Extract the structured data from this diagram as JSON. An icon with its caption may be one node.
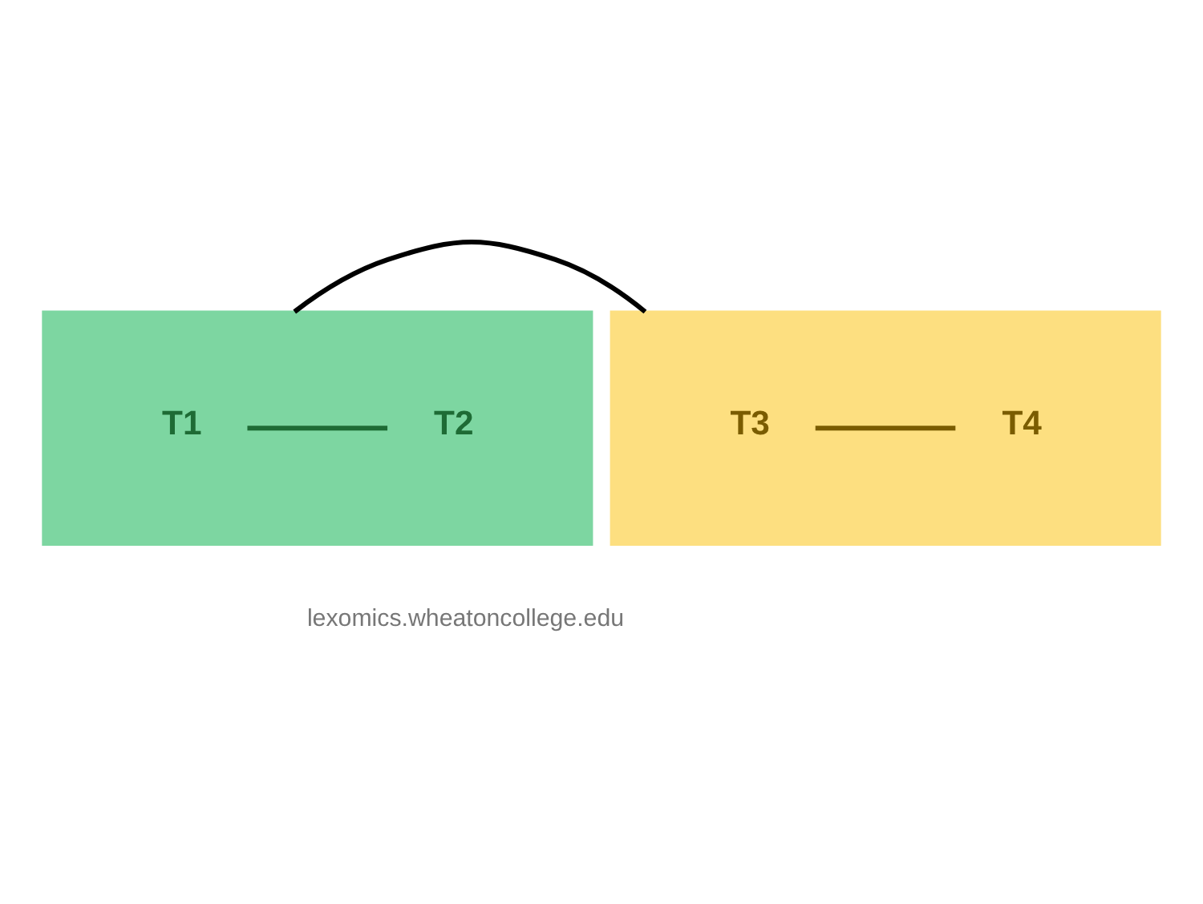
{
  "diagram": {
    "nodes": [
      {
        "text": [],
        "shape": "box"
      },
      {
        "text": [],
        "shape": "box"
      },
      {
        "text": [
          "T1"
        ],
        "in": 0
      },
      {
        "text": [
          "T2"
        ],
        "in": 0
      },
      {
        "text": [
          "T3"
        ],
        "in": 1
      },
      {
        "text": [
          "T4"
        ],
        "in": 1
      }
    ],
    "edges": [
      {
        "from": 0,
        "to": 1,
        "arrow": "none",
        "color": "#000000"
      },
      {
        "from": 2,
        "to": 3,
        "arrow": "none",
        "color": "#1e6b35"
      },
      {
        "from": 4,
        "to": 5,
        "arrow": "none",
        "color": "#7a5c00"
      }
    ],
    "labels": [
      "lexomics.wheatoncollege.edu"
    ]
  }
}
